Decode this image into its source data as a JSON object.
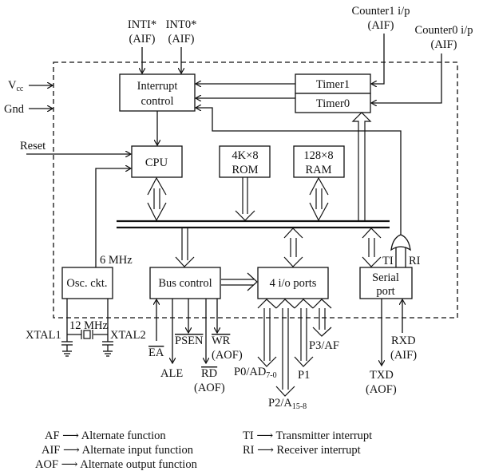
{
  "title": "8051 microcontroller block diagram",
  "blocks": {
    "interrupt_control": [
      "Interrupt",
      "control"
    ],
    "timer1": "Timer1",
    "timer0": "Timer0",
    "cpu": "CPU",
    "rom": [
      "4K×8",
      "ROM"
    ],
    "ram": [
      "128×8",
      "RAM"
    ],
    "osc": "Osc. ckt.",
    "bus_control": "Bus control",
    "io_ports": "4 i/o ports",
    "serial_port": [
      "Serial",
      "port"
    ]
  },
  "signals": {
    "int1": [
      "INTI*",
      "(AIF)"
    ],
    "int0": [
      "INT0*",
      "(AIF)"
    ],
    "counter1": [
      "Counter1 i/p",
      "(AIF)"
    ],
    "counter0": [
      "Counter0 i/p",
      "(AIF)"
    ],
    "vcc": "V",
    "vcc_sub": "cc",
    "gnd": "Gnd",
    "reset": "Reset",
    "clock_6": "6 MHz",
    "crystal": "12 MHz",
    "xtal1": "XTAL1",
    "xtal2": "XTAL2",
    "ea": "EA",
    "ale": "ALE",
    "psen": "PSEN",
    "rd": [
      "RD",
      "(AOF)"
    ],
    "wr": [
      "WR",
      "(AOF)"
    ],
    "p0": "P0/AD",
    "p0_sub": "7-0",
    "p2": "P2/A",
    "p2_sub": "15-8",
    "p1": "P1",
    "p3": "P3/AF",
    "ti": "TI",
    "ri": "RI",
    "txd": [
      "TXD",
      "(AOF)"
    ],
    "rxd": [
      "RXD",
      "(AIF)"
    ]
  },
  "legend": {
    "left": [
      {
        "abbr": "AF",
        "arrow": "⟶",
        "meaning": "Alternate function"
      },
      {
        "abbr": "AIF",
        "arrow": "⟶",
        "meaning": "Alternate input function"
      },
      {
        "abbr": "AOF",
        "arrow": "⟶",
        "meaning": "Alternate output function"
      }
    ],
    "right": [
      {
        "abbr": "TI",
        "arrow": "⟶",
        "meaning": "Transmitter interrupt"
      },
      {
        "abbr": "RI",
        "arrow": "⟶",
        "meaning": "Receiver interrupt"
      }
    ]
  }
}
